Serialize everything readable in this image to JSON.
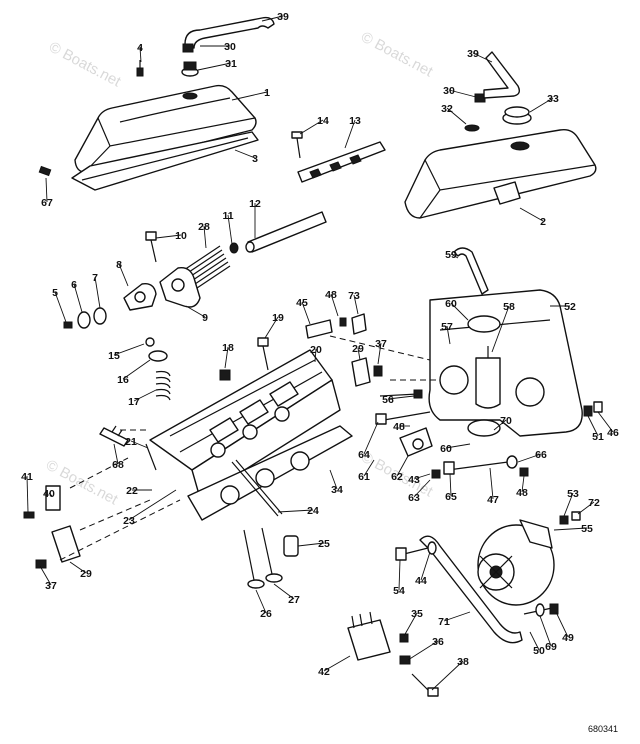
{
  "watermark": "© Boats.net",
  "figure_code": "680341",
  "callouts": [
    {
      "label": "39"
    },
    {
      "label": "30"
    },
    {
      "label": "31"
    },
    {
      "label": "4"
    },
    {
      "label": "1"
    },
    {
      "label": "3"
    },
    {
      "label": "67"
    },
    {
      "label": "14"
    },
    {
      "label": "13"
    },
    {
      "label": "39"
    },
    {
      "label": "30"
    },
    {
      "label": "33"
    },
    {
      "label": "32"
    },
    {
      "label": "2"
    },
    {
      "label": "10"
    },
    {
      "label": "28"
    },
    {
      "label": "11"
    },
    {
      "label": "12"
    },
    {
      "label": "8"
    },
    {
      "label": "9"
    },
    {
      "label": "5"
    },
    {
      "label": "6"
    },
    {
      "label": "7"
    },
    {
      "label": "59"
    },
    {
      "label": "45"
    },
    {
      "label": "48"
    },
    {
      "label": "73"
    },
    {
      "label": "60"
    },
    {
      "label": "58"
    },
    {
      "label": "52"
    },
    {
      "label": "57"
    },
    {
      "label": "19"
    },
    {
      "label": "15"
    },
    {
      "label": "18"
    },
    {
      "label": "20"
    },
    {
      "label": "29"
    },
    {
      "label": "37"
    },
    {
      "label": "16"
    },
    {
      "label": "17"
    },
    {
      "label": "56"
    },
    {
      "label": "46"
    },
    {
      "label": "51"
    },
    {
      "label": "48"
    },
    {
      "label": "70"
    },
    {
      "label": "60"
    },
    {
      "label": "64"
    },
    {
      "label": "62"
    },
    {
      "label": "66"
    },
    {
      "label": "68"
    },
    {
      "label": "21"
    },
    {
      "label": "22"
    },
    {
      "label": "61"
    },
    {
      "label": "43"
    },
    {
      "label": "63"
    },
    {
      "label": "65"
    },
    {
      "label": "47"
    },
    {
      "label": "48"
    },
    {
      "label": "41"
    },
    {
      "label": "40"
    },
    {
      "label": "34"
    },
    {
      "label": "23"
    },
    {
      "label": "24"
    },
    {
      "label": "53"
    },
    {
      "label": "72"
    },
    {
      "label": "55"
    },
    {
      "label": "25"
    },
    {
      "label": "29"
    },
    {
      "label": "37"
    },
    {
      "label": "44"
    },
    {
      "label": "54"
    },
    {
      "label": "26"
    },
    {
      "label": "27"
    },
    {
      "label": "35"
    },
    {
      "label": "71"
    },
    {
      "label": "49"
    },
    {
      "label": "69"
    },
    {
      "label": "50"
    },
    {
      "label": "42"
    },
    {
      "label": "36"
    },
    {
      "label": "38"
    }
  ]
}
